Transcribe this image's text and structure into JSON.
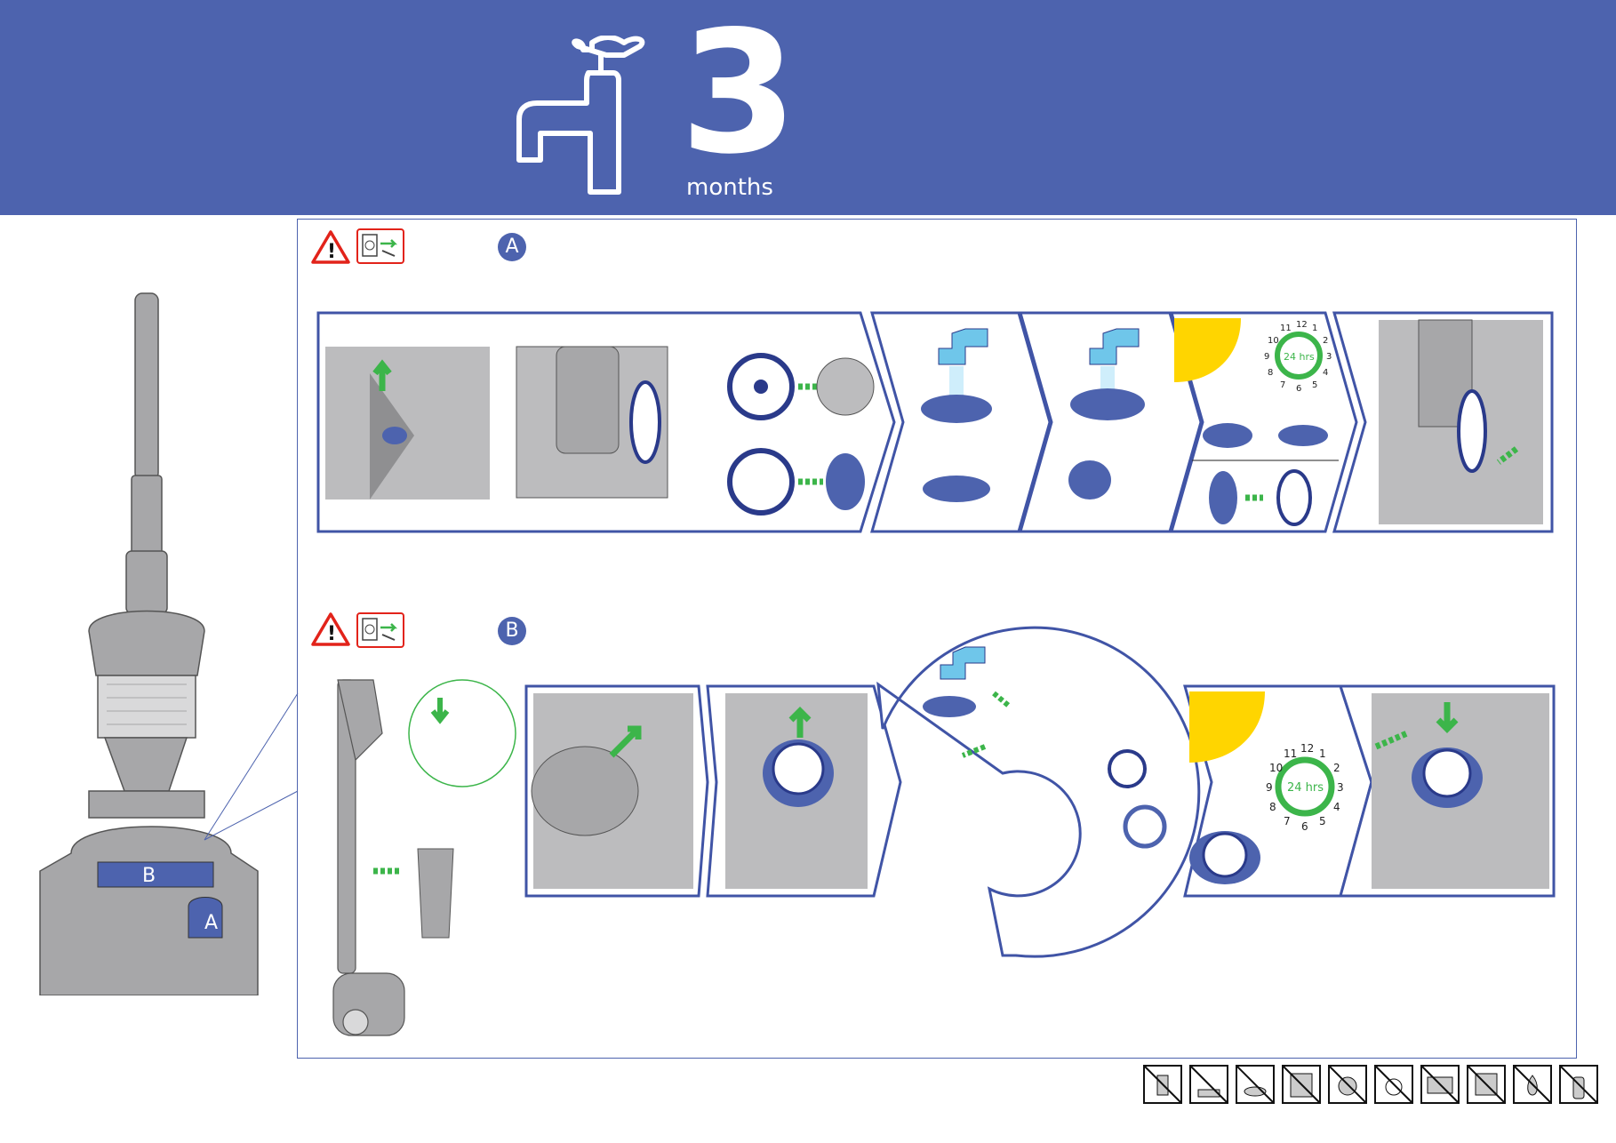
{
  "header": {
    "interval_number": "3",
    "interval_unit": "months",
    "icon": "water-tap-icon"
  },
  "machine": {
    "label_b": "B",
    "label_a": "A"
  },
  "section_a": {
    "label": "A",
    "warning_icons": [
      "warning-triangle-icon",
      "unplug-icon"
    ],
    "drying_time": "24 hrs",
    "clock_numbers": [
      "12",
      "1",
      "2",
      "3",
      "4",
      "5",
      "6",
      "7",
      "8",
      "9",
      "10",
      "11"
    ]
  },
  "section_b": {
    "label": "B",
    "warning_icons": [
      "warning-triangle-icon",
      "unplug-icon"
    ],
    "drying_time": "24 hrs",
    "clock_numbers": [
      "12",
      "1",
      "2",
      "3",
      "4",
      "5",
      "6",
      "7",
      "8",
      "9",
      "10",
      "11"
    ]
  },
  "footer": {
    "prohibited_icons": [
      "no-detergent-icon",
      "no-dishwasher-icon",
      "no-hairdryer-icon",
      "no-oven-icon",
      "no-tumble-dryer-icon",
      "no-washing-machine-icon",
      "no-microwave-icon",
      "no-radiator-icon",
      "no-open-flame-icon",
      "no-spray-icon"
    ]
  },
  "colors": {
    "brand_blue": "#4d63ae",
    "accent_green": "#3cb54a",
    "warning_red": "#e2231a",
    "sun_yellow": "#ffd500",
    "water_blue": "#6fc6ea",
    "machine_grey": "#a7a7a9"
  }
}
